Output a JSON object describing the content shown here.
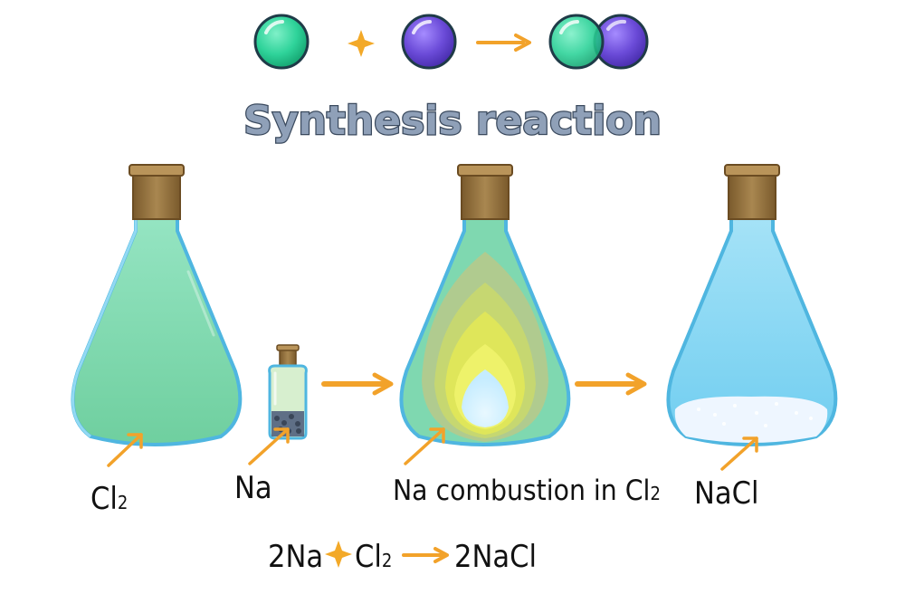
{
  "title": "Synthesis reaction",
  "labels": {
    "chlorine": {
      "main": "Cl",
      "sub": "2"
    },
    "sodium": "Na",
    "combustion": {
      "main": "Na combustion in Cl",
      "sub": "2"
    },
    "salt": "NaCl"
  },
  "equation": {
    "left_coef": "2Na",
    "plus": "+",
    "reagent": {
      "main": "Cl",
      "sub": "2"
    },
    "product": "2NaCl"
  },
  "colors": {
    "atom_a": "#2fd39a",
    "atom_b": "#6b4bd8",
    "plus_sign": "#f3a928",
    "arrow": "#f2a22a",
    "title_fill": "#8fa0b8",
    "title_outline": "#3b4a5e",
    "chlorine_gas": "#7fd8b0",
    "flask_glass": "#8fd8f2",
    "cork": "#9a7a44",
    "salt_crystals": "#eef6ff"
  }
}
